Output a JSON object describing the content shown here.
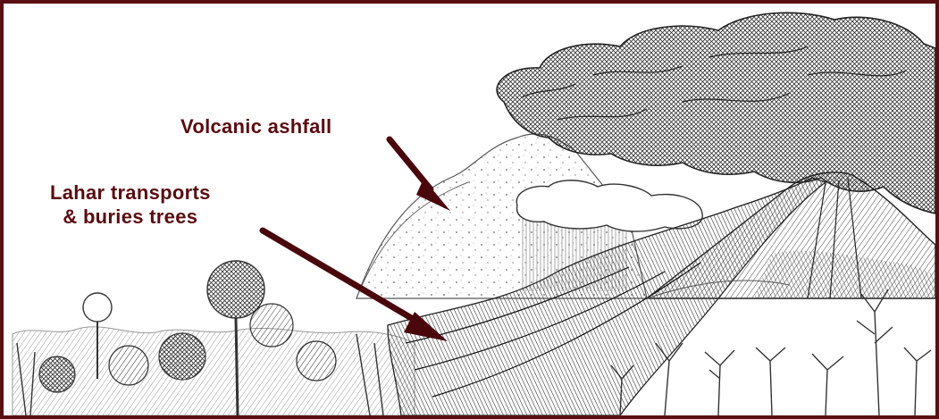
{
  "annotations": {
    "ashfall_label": "Volcanic ashfall",
    "lahar_label_line1": "Lahar transports",
    "lahar_label_line2": "& buries trees"
  },
  "colors": {
    "frame": "#5a0f12",
    "label_text": "#5a0c10",
    "arrow": "#4a070b",
    "sketch_ink": "#2a2a2a"
  },
  "icons": {
    "ashfall_arrow": "arrow-down-right-icon",
    "lahar_arrow": "arrow-down-right-icon"
  }
}
